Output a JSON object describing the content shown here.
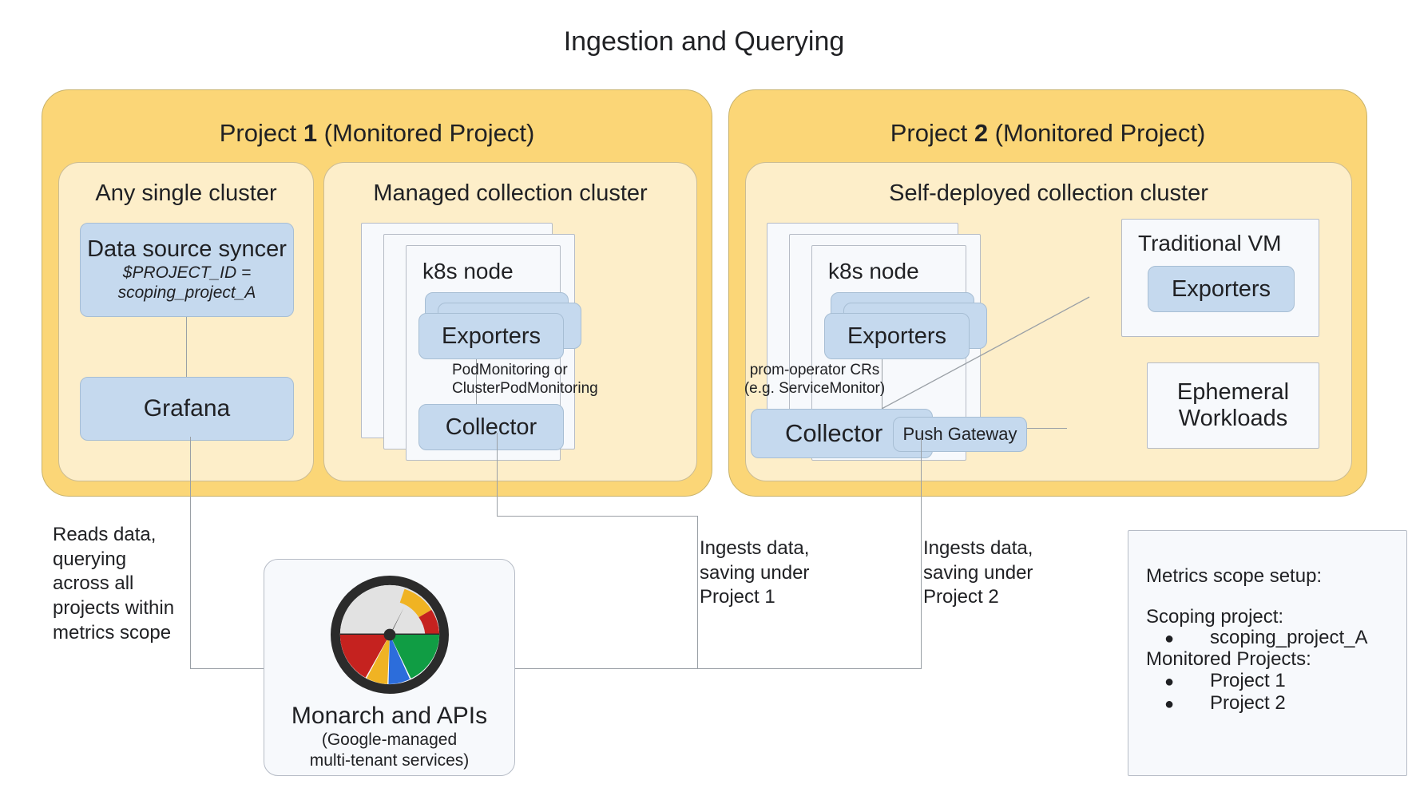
{
  "title": "Ingestion and Querying",
  "projects": [
    {
      "title_prefix": "Project ",
      "number": "1",
      "title_suffix": " (Monitored Project)",
      "clusters": [
        {
          "name": "Any single cluster",
          "boxes": [
            {
              "label": "Data source syncer",
              "sub_line_1": "$PROJECT_ID =",
              "sub_line_2": "scoping_project_A"
            },
            {
              "label": "Grafana"
            }
          ]
        },
        {
          "name": "Managed collection cluster",
          "node_label": "k8s node",
          "exporters_label": "Exporters",
          "connector_label": "PodMonitoring or\nClusterPodMonitoring",
          "collector_label": "Collector"
        }
      ]
    },
    {
      "title_prefix": "Project ",
      "number": "2",
      "title_suffix": " (Monitored Project)",
      "clusters": [
        {
          "name": "Self-deployed collection cluster",
          "node_label": "k8s node",
          "exporters_label": "Exporters",
          "connector_label": "prom-operator CRs\n(e.g. ServiceMonitor)",
          "collector_label": "Collector",
          "push_gateway_label": "Push Gateway",
          "vm_card": {
            "title": "Traditional VM",
            "exporters_label": "Exporters"
          },
          "ephemeral_card": {
            "label": "Ephemeral\nWorkloads"
          }
        }
      ]
    }
  ],
  "annotations": {
    "reads": "Reads data,\nquerying\nacross all\nprojects within\nmetrics scope",
    "ingest_p1": "Ingests data,\nsaving under\nProject 1",
    "ingest_p2": "Ingests data,\nsaving under\nProject 2"
  },
  "monarch": {
    "title": "Monarch and APIs",
    "subtitle": "(Google-managed\nmulti-tenant services)",
    "icon": "gauge-dial-icon"
  },
  "legend": {
    "heading": "Metrics scope setup:",
    "scoping_heading": "Scoping project:",
    "scoping_items": [
      "scoping_project_A"
    ],
    "monitored_heading": "Monitored Projects:",
    "monitored_items": [
      "Project 1",
      "Project 2"
    ],
    "bullet": "●"
  },
  "colors": {
    "project_panel": "#fbd677",
    "cluster_panel": "#fdeec9",
    "component_box": "#c5d9ee",
    "node_card": "#f7f9fc",
    "line": "#9aa0a6",
    "icon_red": "#c5221f",
    "icon_yellow": "#f0b323",
    "icon_green": "#109d44",
    "icon_blue": "#2c6ddb",
    "icon_dark": "#2b2b2b",
    "icon_grey": "#e2e2e2"
  }
}
